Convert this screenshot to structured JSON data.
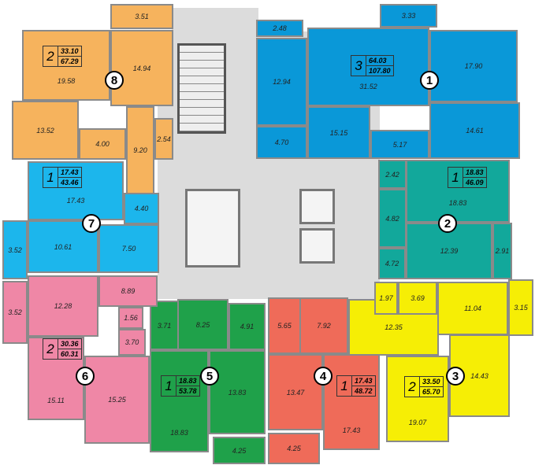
{
  "apartments": [
    {
      "number": "1",
      "rooms_count": "3",
      "living_area": "64.03",
      "total_area": "107.80",
      "color": "#0a98d8",
      "rooms": [
        "2.48",
        "3.33",
        "12.94",
        "4.70",
        "31.52",
        "17.90",
        "15.15",
        "5.17",
        "14.61"
      ]
    },
    {
      "number": "2",
      "rooms_count": "1",
      "living_area": "18.83",
      "total_area": "46.09",
      "color": "#12a89b",
      "rooms": [
        "2.42",
        "4.82",
        "18.83",
        "12.39",
        "2.91",
        "4.72"
      ]
    },
    {
      "number": "3",
      "rooms_count": "2",
      "living_area": "33.50",
      "total_area": "65.70",
      "color": "#f6ee05",
      "rooms": [
        "12.35",
        "1.97",
        "3.69",
        "11.04",
        "3.15",
        "19.07",
        "14.43"
      ]
    },
    {
      "number": "4",
      "rooms_count": "1",
      "living_area": "17.43",
      "total_area": "48.72",
      "color": "#ef6b59",
      "rooms": [
        "5.65",
        "7.92",
        "13.47",
        "17.43",
        "4.25"
      ]
    },
    {
      "number": "5",
      "rooms_count": "1",
      "living_area": "18.83",
      "total_area": "53.78",
      "color": "#1fa14a",
      "rooms": [
        "3.71",
        "8.25",
        "4.91",
        "18.83",
        "13.83",
        "4.25"
      ]
    },
    {
      "number": "6",
      "rooms_count": "2",
      "living_area": "30.36",
      "total_area": "60.31",
      "color": "#ef87a6",
      "rooms": [
        "3.52",
        "12.28",
        "8.89",
        "1.56",
        "3.70",
        "15.11",
        "15.25"
      ]
    },
    {
      "number": "7",
      "rooms_count": "1",
      "living_area": "17.43",
      "total_area": "43.46",
      "color": "#1cb6ec",
      "rooms": [
        "17.43",
        "10.61",
        "4.40",
        "7.50",
        "3.52"
      ]
    },
    {
      "number": "8",
      "rooms_count": "2",
      "living_area": "33.10",
      "total_area": "67.29",
      "color": "#f6b35d",
      "rooms": [
        "3.51",
        "19.58",
        "14.94",
        "13.52",
        "4.00",
        "9.20",
        "2.54"
      ]
    }
  ]
}
